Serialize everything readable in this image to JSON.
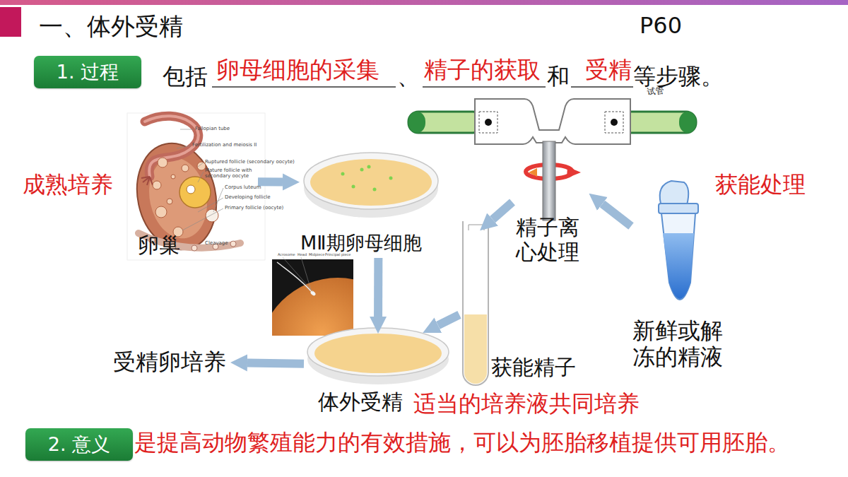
{
  "diagram": {
    "title": "一、体外受精",
    "nodes": [
      {
        "text": [
          "1. 过程"
        ]
      },
      {
        "text": [
          "卵巢"
        ]
      },
      {
        "text": [
          "MⅡ期卵母细胞"
        ]
      },
      {
        "text": [
          "精子离心处理"
        ]
      },
      {
        "text": [
          "新鲜或解冻的精液"
        ]
      },
      {
        "text": [
          "获能精子"
        ]
      },
      {
        "text": [
          "体外受精"
        ]
      },
      {
        "text": [
          "受精卵培养"
        ]
      },
      {
        "text": [
          "2. 意义"
        ]
      }
    ],
    "edges": [
      {
        "from": 1,
        "to": 2,
        "arrow": "to"
      },
      {
        "from": 4,
        "to": 3,
        "arrow": "to"
      },
      {
        "from": 3,
        "to": 5,
        "arrow": "to"
      },
      {
        "from": 2,
        "to": 6,
        "arrow": "to"
      },
      {
        "from": 5,
        "to": 6,
        "arrow": "to"
      },
      {
        "from": 6,
        "to": 7,
        "arrow": "to"
      }
    ],
    "labels": [
      "P60",
      "包括",
      "卵母细胞的采集",
      "、",
      "精子的获取",
      "和",
      "受精",
      "等步骤。",
      "试管",
      "成熟培养",
      "获能处理",
      "Fallopian tube",
      "Fertilization and meiosis II",
      "Ruptured follicle (secondary oocyte)",
      "Mature follicle with secondary oocyte",
      "Corpus luteum",
      "Developing follicle",
      "Primary follicle (oocyte)",
      "Cleavage",
      "Acrosome",
      "Head",
      "Midpiece",
      "Principal piece",
      "适当的培养液共同培养",
      "是提高动物繁殖能力的有效措施，可以为胚胎移植提供可用胚胎。"
    ]
  }
}
